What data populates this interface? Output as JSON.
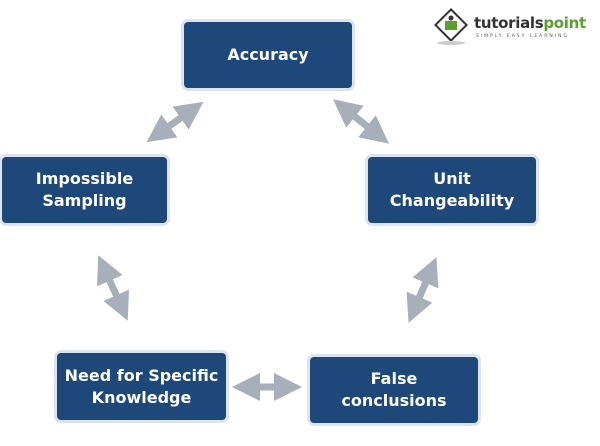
{
  "logo": {
    "name_part1": "tutorials",
    "name_part2": "point",
    "tagline": "SIMPLY EASY LEARNING"
  },
  "nodes": {
    "accuracy": "Accuracy",
    "impossible_sampling": "Impossible Sampling",
    "unit_changeability": "Unit Changeability",
    "specific_knowledge": "Need for Specific Knowledge",
    "false_conclusions": "False conclusions"
  },
  "colors": {
    "box": "#1f487a",
    "arrow": "#a7afbb"
  }
}
